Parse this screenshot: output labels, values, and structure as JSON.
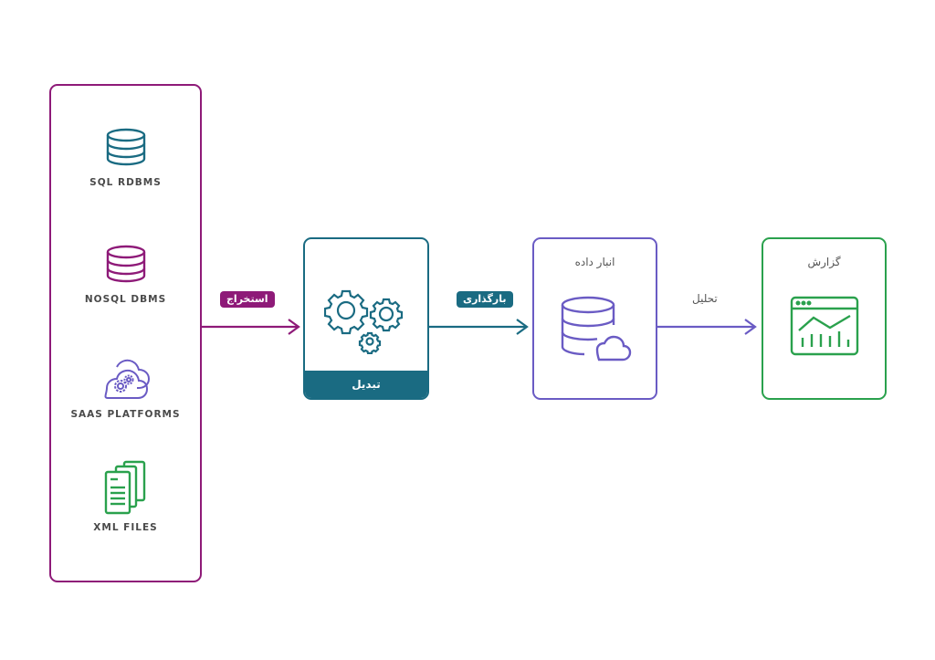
{
  "colors": {
    "extract": "#8e1a78",
    "transform": "#1a6b82",
    "warehouse": "#6a5bc4",
    "report": "#2aa14d",
    "label_text": "#4a4a4a"
  },
  "sources": {
    "items": [
      {
        "label": "SQL RDBMS",
        "icon": "database-icon",
        "color": "#1a6b82"
      },
      {
        "label": "NOSQL DBMS",
        "icon": "database-icon",
        "color": "#8e1a78"
      },
      {
        "label": "SAAS PLATFORMS",
        "icon": "cloud-gears-icon",
        "color": "#6a5bc4"
      },
      {
        "label": "XML FILES",
        "icon": "documents-icon",
        "color": "#2aa14d"
      }
    ]
  },
  "steps": {
    "extract": {
      "label": "استخراج"
    },
    "transform": {
      "label": "تبدیل",
      "icon": "gears-icon"
    },
    "load": {
      "label": "بارگذاری"
    },
    "warehouse": {
      "title": "انبار داده",
      "icon": "database-cloud-icon"
    },
    "analyze": {
      "label": "تحلیل"
    },
    "report": {
      "title": "گزارش",
      "icon": "dashboard-chart-icon"
    }
  }
}
